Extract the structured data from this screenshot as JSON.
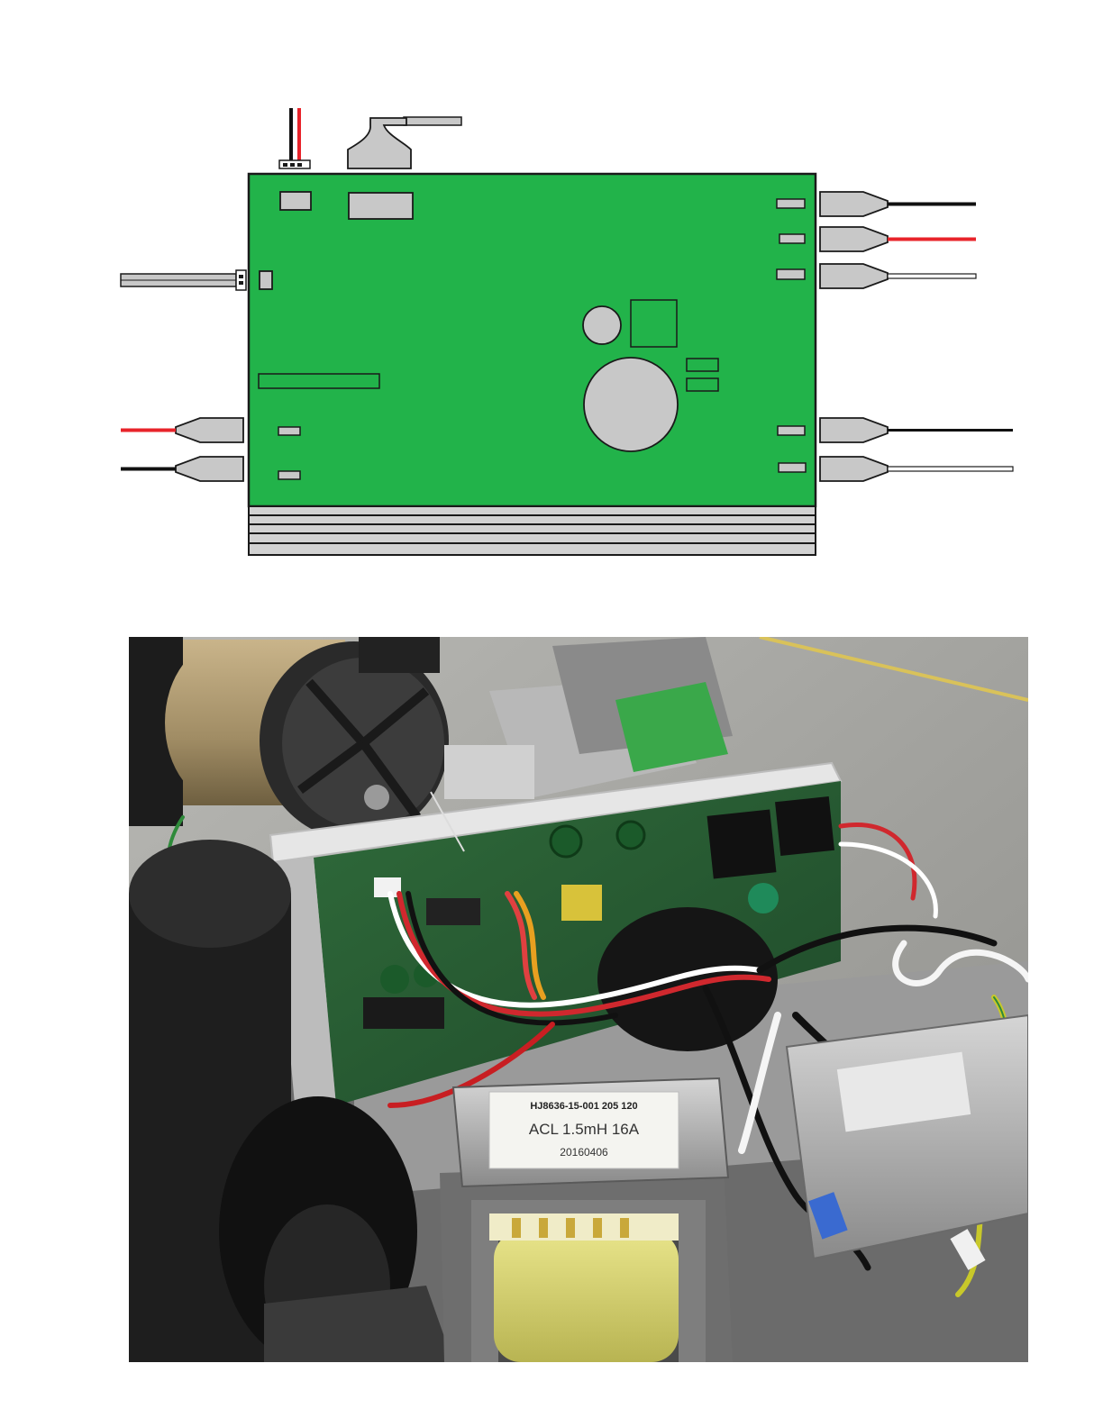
{
  "diagram": {
    "board_color": "#22b34a",
    "outline_color": "#1a1a1a",
    "component_fill": "#c8c8c8",
    "heatsink_fill": "#d2d2d2",
    "wire_colors": {
      "red": "#e8232a",
      "black": "#111111",
      "white": "#ffffff"
    },
    "connectors": {
      "top": [
        "3-pin-wire-connector",
        "ribbon-cable-connector"
      ],
      "left": [
        "ribbon-wire-connector",
        "red-wire-terminal",
        "black-wire-terminal"
      ],
      "right": [
        "black-wire-terminal",
        "red-wire-terminal",
        "white-wire-terminal",
        "black-wire-terminal",
        "white-wire-terminal"
      ]
    }
  },
  "photo": {
    "label_line1": "HJ8636-15-001   205  120",
    "label_line2": "ACL 1.5mH 16A",
    "label_line3": "20160406"
  }
}
